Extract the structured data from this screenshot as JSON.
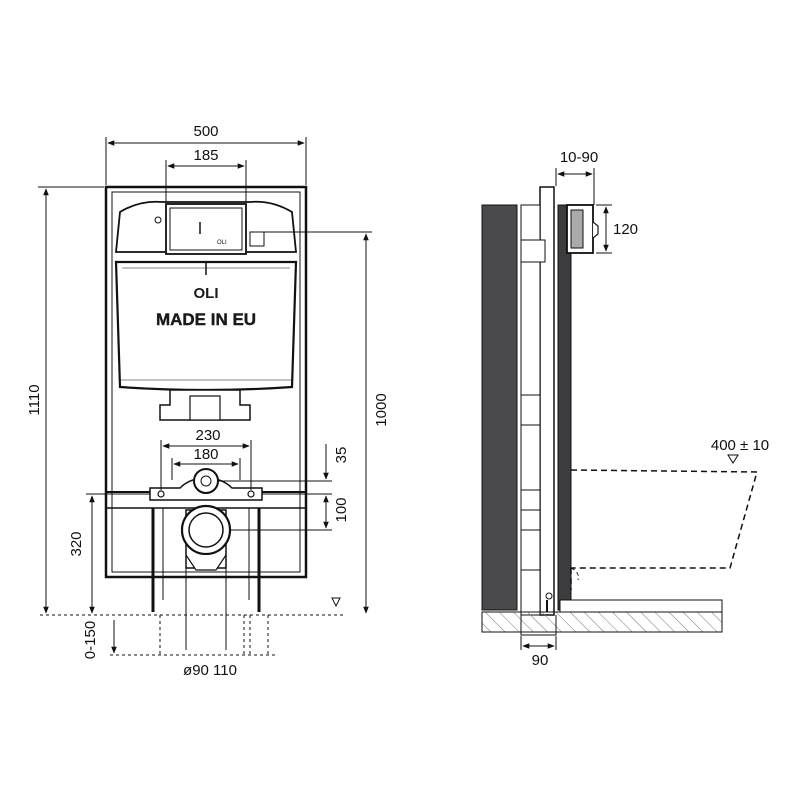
{
  "front_view": {
    "width_total": "500",
    "width_flush_plate": "185",
    "height_total": "1110",
    "height_inlet": "1000",
    "bolt_spacing_outer": "230",
    "bolt_spacing_inner": "180",
    "offset_top": "35",
    "offset_bolts": "100",
    "height_drain": "320",
    "floor_adjust": "0-150",
    "drain_pipe": "ø90 110",
    "brand_logo": "OLI",
    "made_in": "MADE IN EU",
    "button_logo": "OLI"
  },
  "side_view": {
    "wall_depth": "10-90",
    "inlet_height": "120",
    "pan_projection": "400 ± 10",
    "frame_depth": "90"
  }
}
